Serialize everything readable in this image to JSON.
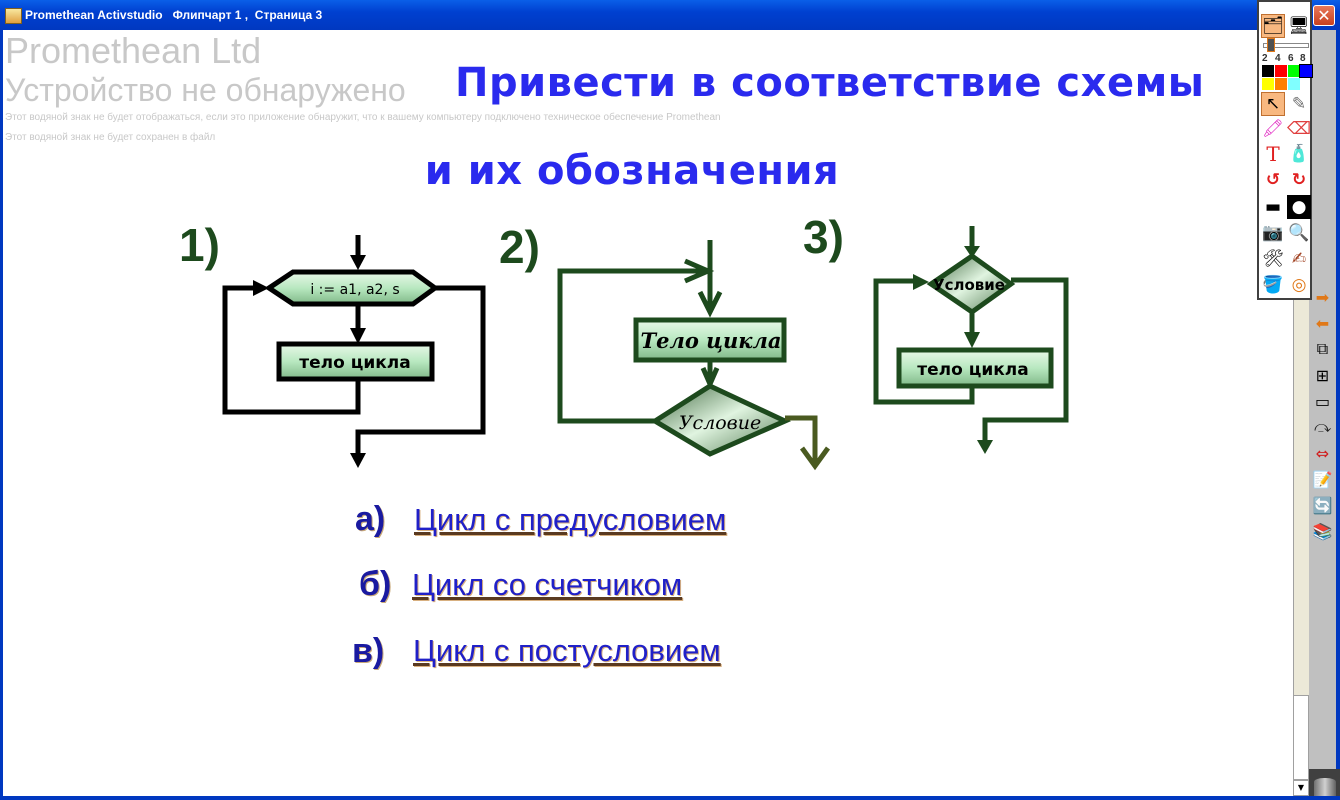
{
  "window": {
    "title": "Promethean Activstudio   Флипчарт 1 ,  Страница 3",
    "close_label": "✕"
  },
  "watermark": {
    "line1": "Promethean Ltd",
    "line2": "Устройство не обнаружено",
    "line3": "Этот водяной знак не будет отображаться, если это приложение обнаружит, что к вашему компьютеру подключено техническое обеспечение Promethean",
    "line4": "Этот водяной знак не будет сохранен в файл"
  },
  "slide": {
    "title_line1": "Привести в соответствие схемы",
    "title_line2": "и их  обозначения",
    "diagrams": [
      {
        "number": "1)",
        "header_label": "i := a1, a2,  s",
        "body_label": "тело цикла"
      },
      {
        "number": "2)",
        "body_label": "Тело цикла",
        "condition_label": "Условие"
      },
      {
        "number": "3)",
        "condition_label": "Условие",
        "body_label": "тело цикла"
      }
    ],
    "options": [
      {
        "letter": "а)",
        "text": "Цикл с предусловием"
      },
      {
        "letter": "б)",
        "text": "Цикл со счетчиком"
      },
      {
        "letter": "в)",
        "text": "Цикл с постусловием"
      }
    ]
  },
  "toolbox": {
    "pen_sizes": [
      "2",
      "4",
      "6",
      "8"
    ],
    "colors": [
      "#000000",
      "#ff0000",
      "#00ff00",
      "#0000ff",
      "#ffff00",
      "#ff8000",
      "#80ffff"
    ],
    "tools": [
      {
        "icon": "flipchart-icon",
        "glyph": "🗂"
      },
      {
        "icon": "desktop-icon",
        "glyph": "🖥"
      },
      {
        "icon": "select-pointer-icon",
        "glyph": "↖"
      },
      {
        "icon": "pen-icon",
        "glyph": "✎"
      },
      {
        "icon": "highlighter-icon",
        "glyph": "🖍"
      },
      {
        "icon": "eraser-icon",
        "glyph": "⌫"
      },
      {
        "icon": "text-icon",
        "glyph": "T"
      },
      {
        "icon": "spray-icon",
        "glyph": "🧴"
      },
      {
        "icon": "undo-icon",
        "glyph": "↺"
      },
      {
        "icon": "redo-icon",
        "glyph": "↻"
      },
      {
        "icon": "reveal-icon",
        "glyph": "▬"
      },
      {
        "icon": "spotlight-icon",
        "glyph": "●"
      },
      {
        "icon": "camera-icon",
        "glyph": "📷"
      },
      {
        "icon": "magnifier-icon",
        "glyph": "🔍"
      },
      {
        "icon": "tools-icon",
        "glyph": "🛠"
      },
      {
        "icon": "handwriting-icon",
        "glyph": "✍"
      },
      {
        "icon": "fill-icon",
        "glyph": "🪣"
      },
      {
        "icon": "compass-icon",
        "glyph": "◎"
      }
    ]
  },
  "sidebar": {
    "buttons": [
      {
        "icon": "next-page-icon",
        "glyph": "➡"
      },
      {
        "icon": "previous-page-icon",
        "glyph": "⬅"
      },
      {
        "icon": "page-sorter-icon",
        "glyph": "⧉"
      },
      {
        "icon": "page-thumbnails-icon",
        "glyph": "⊞"
      },
      {
        "icon": "page-layout-icon",
        "glyph": "▭"
      },
      {
        "icon": "no-redo-icon",
        "glyph": "⤼"
      },
      {
        "icon": "dual-page-icon",
        "glyph": "⇔"
      },
      {
        "icon": "notes-icon",
        "glyph": "📝"
      },
      {
        "icon": "refresh-icon",
        "glyph": "🔄"
      },
      {
        "icon": "resource-library-icon",
        "glyph": "📚"
      }
    ]
  },
  "colors": {
    "title_blue": "#2a2aee",
    "diagram_green": "#1d4a1d",
    "option_blue": "#2020c8"
  }
}
